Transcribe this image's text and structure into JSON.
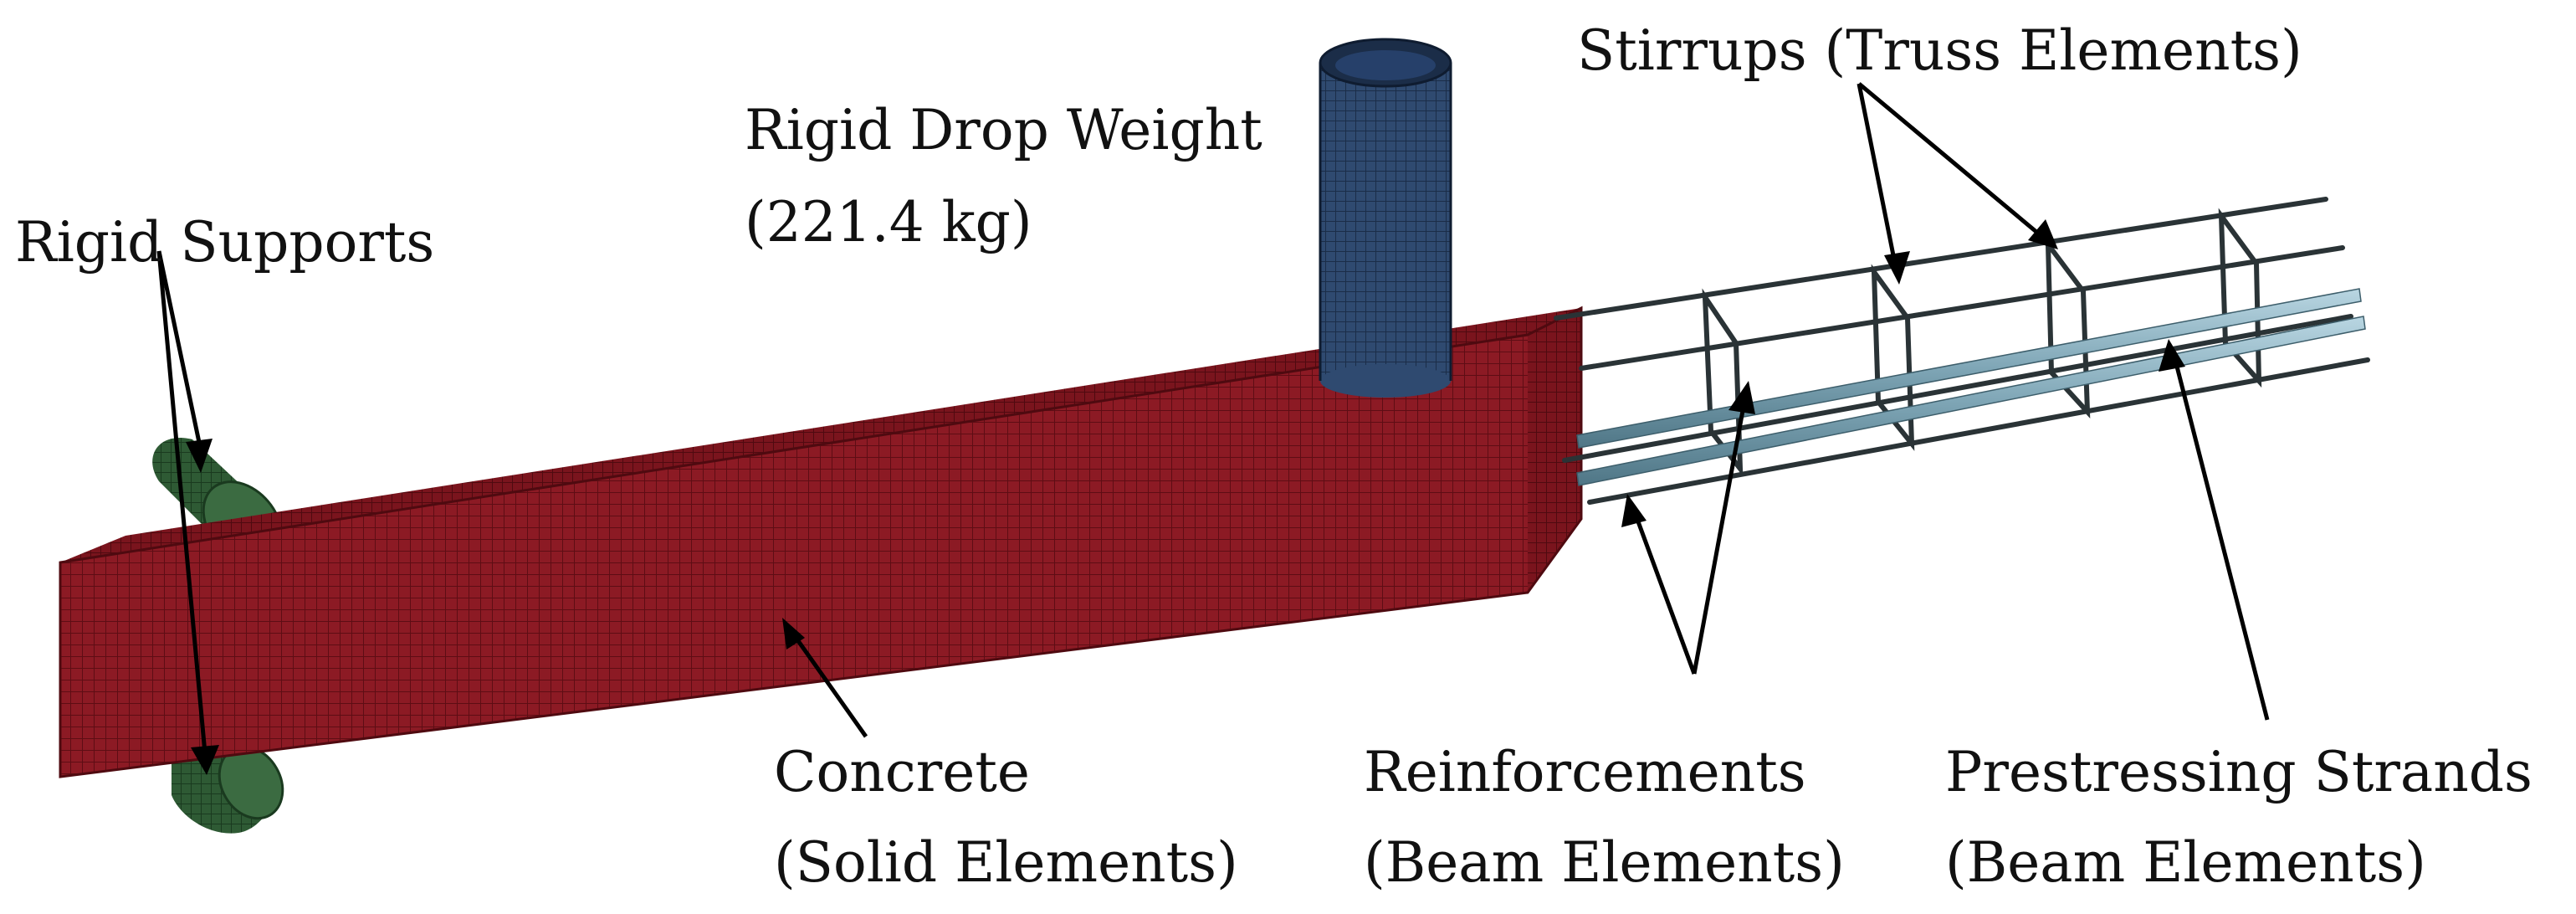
{
  "labels": {
    "rigid_supports": "Rigid Supports",
    "drop_weight_line1": "Rigid Drop Weight",
    "drop_weight_line2": "(221.4 kg)",
    "stirrups": "Stirrups (Truss Elements)",
    "concrete_line1": "Concrete",
    "concrete_line2": "(Solid Elements)",
    "reinforcements_line1": "Reinforcements",
    "reinforcements_line2": "(Beam Elements)",
    "strands_line1": "Prestressing Strands",
    "strands_line2": "(Beam Elements)"
  },
  "colors": {
    "concrete": "#8c1a24",
    "concrete_mesh": "#5e0d14",
    "drop_weight": "#2f4a70",
    "drop_weight_mesh": "#1b2d48",
    "supports": "#2e5a34",
    "supports_mesh": "#1a3a1f",
    "steel_cage": "#2a3336",
    "strands": "#8fb3c2"
  }
}
